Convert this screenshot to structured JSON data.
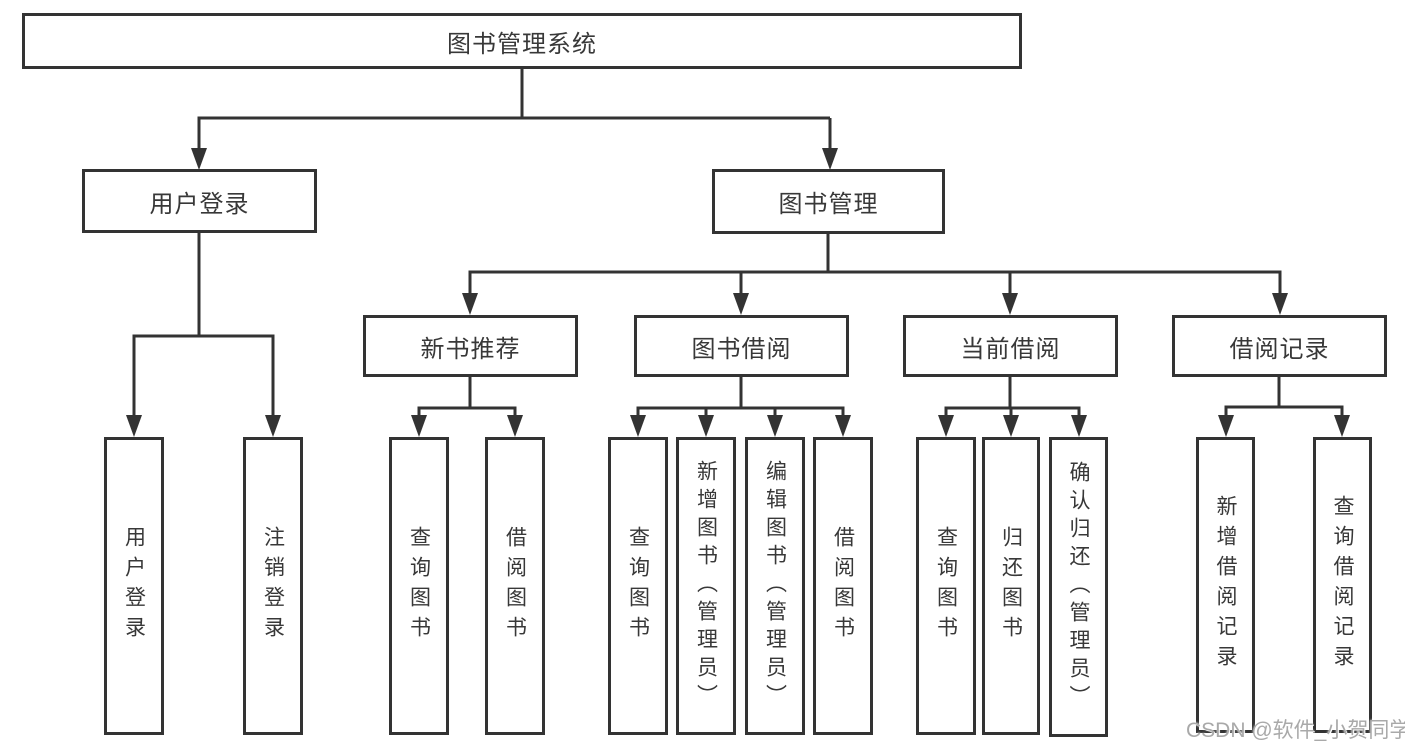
{
  "diagram": {
    "root": {
      "label": "图书管理系统"
    },
    "level2": {
      "user_login": {
        "label": "用户登录"
      },
      "book_management": {
        "label": "图书管理"
      }
    },
    "level3": {
      "new_book_recommend": {
        "label": "新书推荐"
      },
      "book_borrow": {
        "label": "图书借阅"
      },
      "current_borrow": {
        "label": "当前借阅"
      },
      "borrow_records": {
        "label": "借阅记录"
      }
    },
    "leaves": {
      "user_login": {
        "label": "用户登录"
      },
      "logout": {
        "label": "注销登录"
      },
      "rec_query_books": {
        "label": "查询图书"
      },
      "rec_borrow_books": {
        "label": "借阅图书"
      },
      "bb_query_books": {
        "label": "查询图书"
      },
      "bb_add_books": {
        "label": "新增图书（管理员）"
      },
      "bb_edit_books": {
        "label": "编辑图书（管理员）"
      },
      "bb_borrow_books": {
        "label": "借阅图书"
      },
      "cb_query_books": {
        "label": "查询图书"
      },
      "cb_return_books": {
        "label": "归还图书"
      },
      "cb_confirm_return": {
        "label": "确认归还（管理员）"
      },
      "br_add_record": {
        "label": "新增借阅记录"
      },
      "br_query_record": {
        "label": "查询借阅记录"
      }
    }
  },
  "watermark": {
    "text": "CSDN @软件_小贺同学"
  },
  "colors": {
    "line": "#333333",
    "text": "#383838",
    "background": "#ffffff",
    "watermark": "#a9a9a9"
  }
}
